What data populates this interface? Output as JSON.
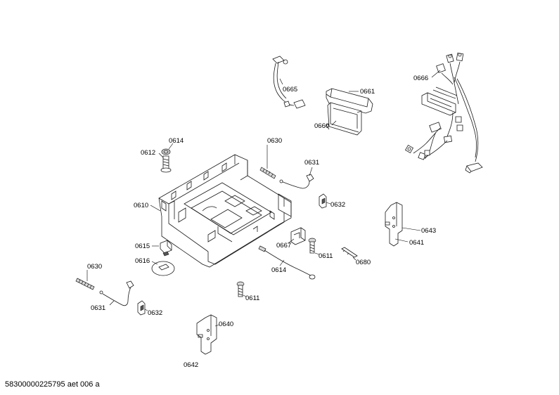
{
  "document_id": "58300000225795 aet 006 a",
  "labels": {
    "p0665": "0665",
    "p0661": "0661",
    "p0660": "0660",
    "p0666": "0666",
    "p0614_top": "0614",
    "p0612": "0612",
    "p0630_top": "0630",
    "p0631_top": "0631",
    "p0632_top": "0632",
    "p0610": "0610",
    "p0643": "0643",
    "p0641": "0641",
    "p0615": "0615",
    "p0667": "0667",
    "p0611_mid": "0611",
    "p0680": "0680",
    "p0616": "0616",
    "p0614_mid": "0614",
    "p0630_left": "0630",
    "p0611_low": "0611",
    "p0631_left": "0631",
    "p0632_left": "0632",
    "p0640": "0640",
    "p0642": "0642"
  }
}
